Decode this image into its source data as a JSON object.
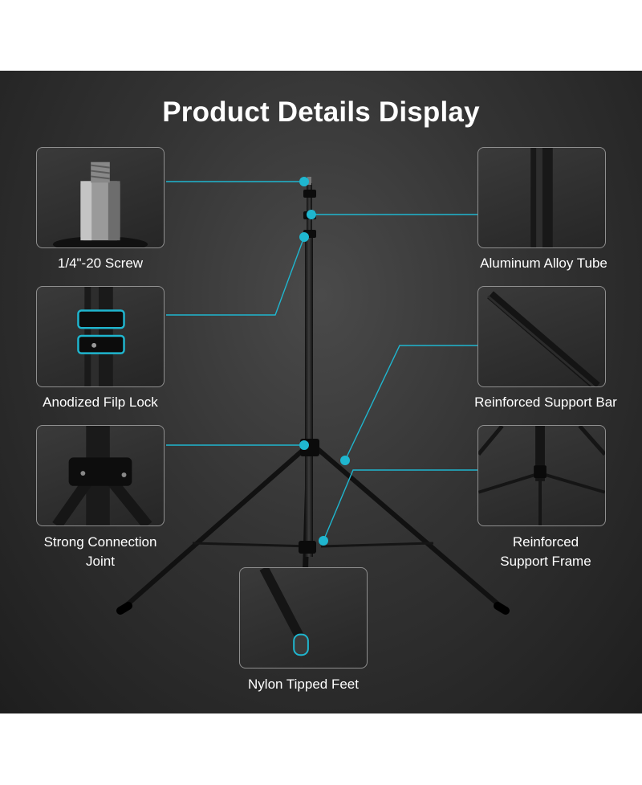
{
  "title": "Product Details Display",
  "colors": {
    "accent": "#1fb6cf",
    "background": "#2d2d2d",
    "text": "#ffffff"
  },
  "features": [
    {
      "name": "1/4\"-20 Screw",
      "icon": "screw-stud-icon"
    },
    {
      "name": "Anodized Filp Lock",
      "icon": "flip-lock-icon"
    },
    {
      "name": "Strong Connection Joint",
      "icon": "connection-joint-icon"
    },
    {
      "name": "Aluminum Alloy Tube",
      "icon": "alloy-tube-icon"
    },
    {
      "name": "Reinforced Support Bar",
      "icon": "support-bar-icon"
    },
    {
      "name": "Reinforced Support Frame",
      "icon": "support-frame-icon"
    },
    {
      "name": "Nylon Tipped Feet",
      "icon": "nylon-foot-icon"
    }
  ],
  "labels": {
    "screw": "1/4\"-20 Screw",
    "flip_lock": "Anodized Filp Lock",
    "joint_line1": "Strong Connection",
    "joint_line2": "Joint",
    "tube": "Aluminum Alloy Tube",
    "support_bar": "Reinforced Support Bar",
    "frame_line1": "Reinforced",
    "frame_line2": "Support Frame",
    "feet": "Nylon Tipped Feet"
  }
}
